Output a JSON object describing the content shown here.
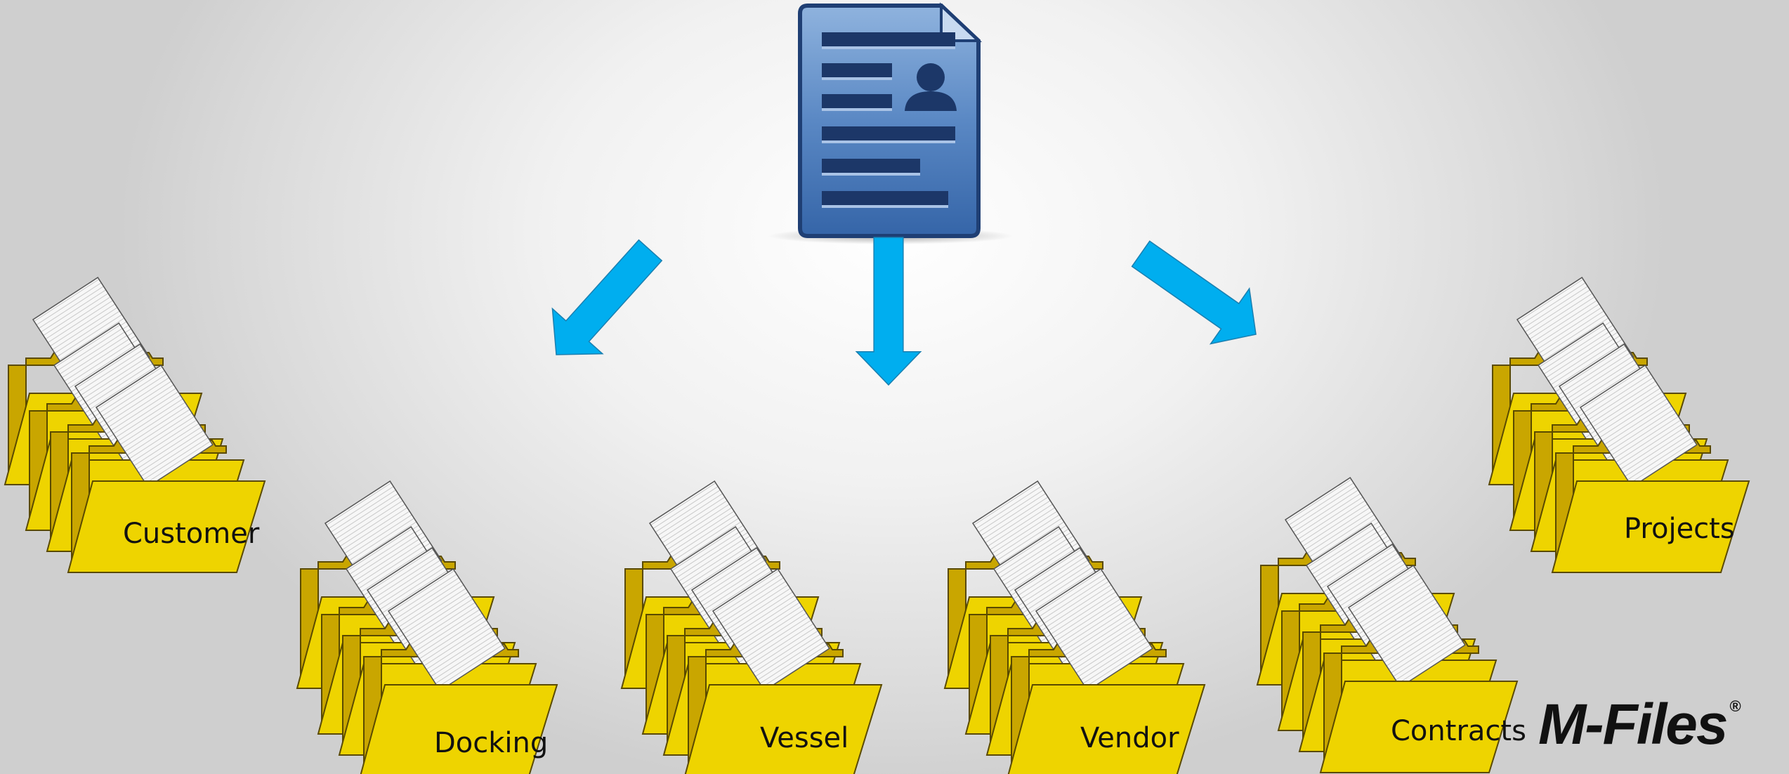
{
  "diagram": {
    "source_icon": "contact-document-icon",
    "arrow_color": "#00AEEF",
    "folder_color": "#EED400",
    "folder_back_color": "#C9A600",
    "folders": [
      {
        "label": "Customer"
      },
      {
        "label": "Docking"
      },
      {
        "label": "Vessel"
      },
      {
        "label": "Vendor"
      },
      {
        "label": "Contracts"
      },
      {
        "label": "Projects"
      }
    ]
  },
  "brand": {
    "logo_text": "M-Files",
    "registered_mark": "®"
  }
}
